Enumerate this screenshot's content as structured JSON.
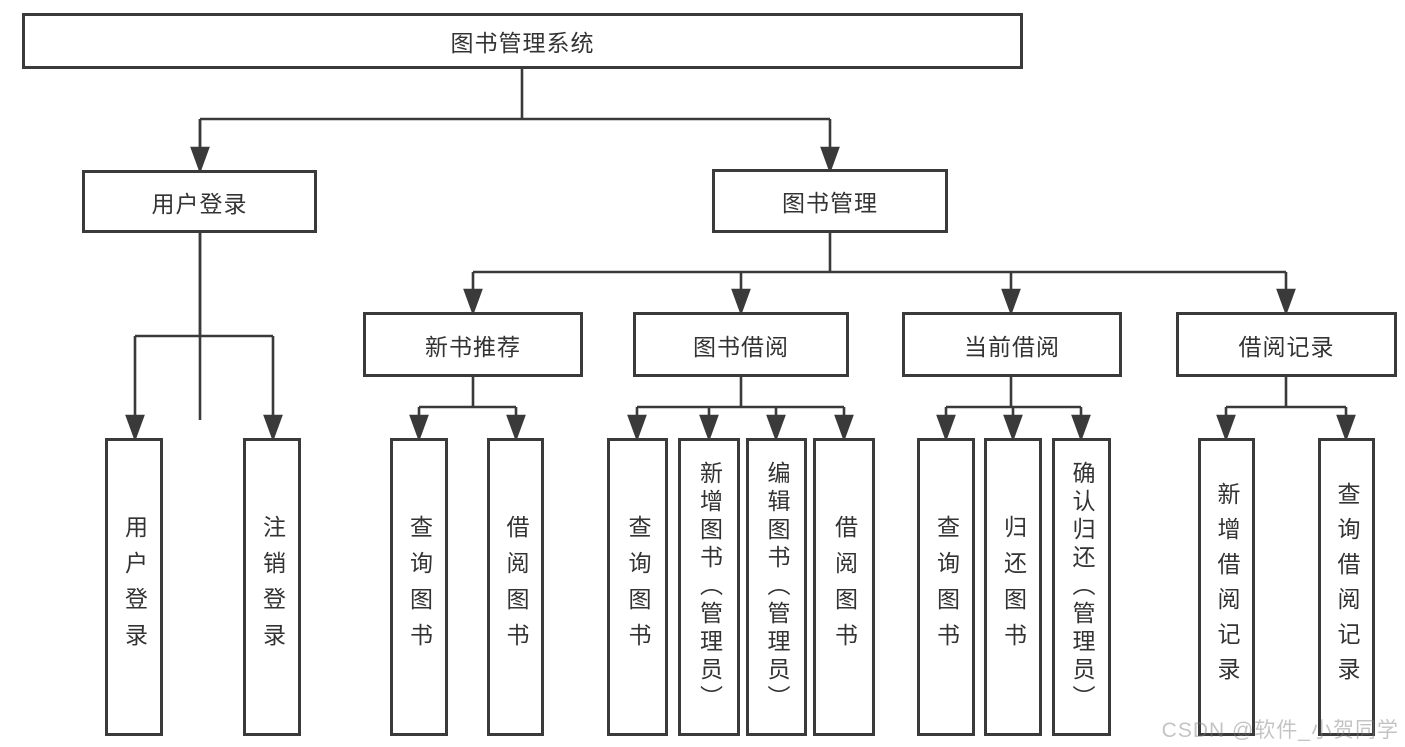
{
  "tree": {
    "root": {
      "label": "图书管理系统"
    },
    "level2": [
      {
        "label": "用户登录"
      },
      {
        "label": "图书管理"
      }
    ],
    "level3": [
      {
        "label": "新书推荐"
      },
      {
        "label": "图书借阅"
      },
      {
        "label": "当前借阅"
      },
      {
        "label": "借阅记录"
      }
    ],
    "leaves": {
      "user_login": [
        "用户登录",
        "注销登录"
      ],
      "new_book": [
        "查询图书",
        "借阅图书"
      ],
      "book_borrow": [
        "查询图书",
        "新增图书（管理员）",
        "编辑图书（管理员）",
        "借阅图书"
      ],
      "current_borrow": [
        "查询图书",
        "归还图书",
        "确认归还（管理员）"
      ],
      "borrow_records": [
        "新增借阅记录",
        "查询借阅记录"
      ]
    }
  },
  "watermark": {
    "text": "CSDN @软件_小贺同学"
  },
  "colors": {
    "line": "#3a3a3a",
    "text": "#333333",
    "background": "#ffffff",
    "watermark": "#c7c7c7"
  }
}
